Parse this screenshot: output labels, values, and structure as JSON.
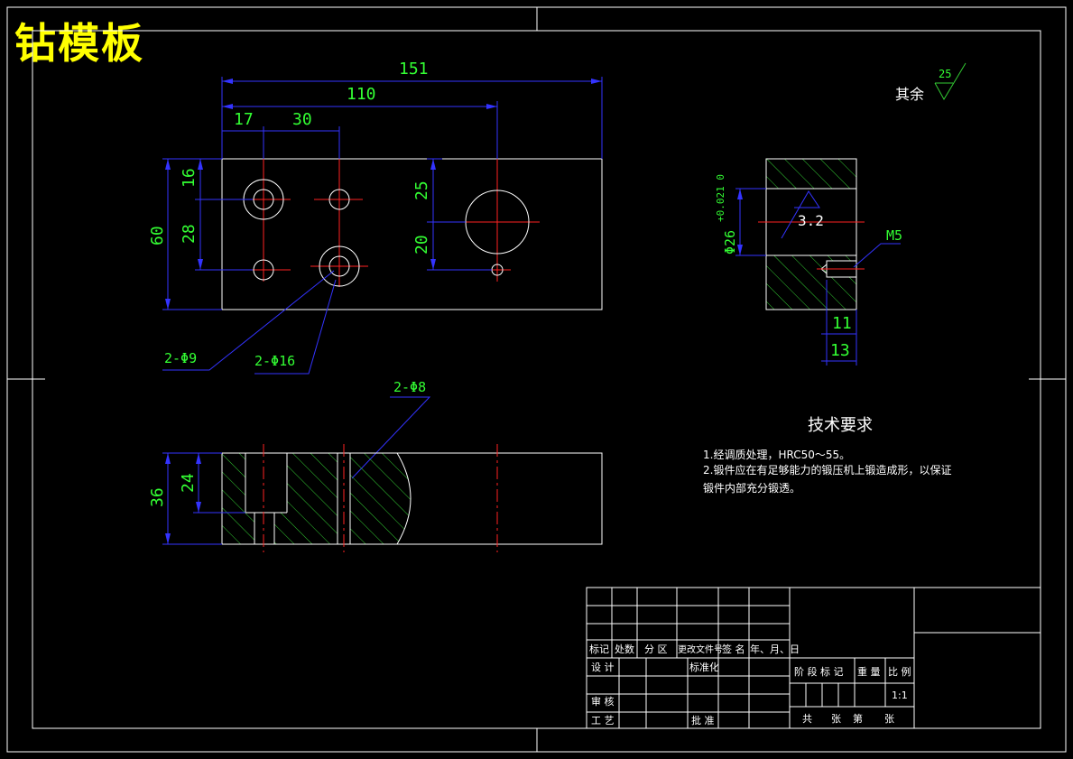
{
  "title": "钻模板",
  "dims": {
    "d151": "151",
    "d110": "110",
    "d17": "17",
    "d30": "30",
    "d16": "16",
    "d60": "60",
    "d28": "28",
    "d25": "25",
    "d20": "20",
    "d36": "36",
    "d24": "24",
    "d11": "11",
    "d13": "13",
    "phi26": "Φ26",
    "tol": "+0.021\n0"
  },
  "labels": {
    "hole9": "2-Φ9",
    "hole16": "2-Φ16",
    "hole8": "2-Φ8",
    "m5": "M5",
    "rough32": "3.2",
    "rough25": "25",
    "rest": "其余"
  },
  "requirements": {
    "heading": "技术要求",
    "line1": "1.经调质处理，HRC50～55。",
    "line2": "2.锻件应在有足够能力的锻压机上锻造成形，以保证",
    "line3": "锻件内部充分锻透。"
  },
  "titleblock": {
    "h1": "标记",
    "h2": "处数",
    "h3": "分 区",
    "h4": "更改文件号",
    "h5": "签 名",
    "h6": "年、月、日",
    "design": "设 计",
    "standard": "标准化",
    "review": "审 核",
    "process": "工 艺",
    "approve": "批 准",
    "stage": "阶 段 标 记",
    "weight": "重 量",
    "scale": "比 例",
    "scale_val": "1:1",
    "total": "共",
    "sheet": "张",
    "no": "第",
    "sheet2": "张"
  },
  "colors": {
    "outline": "#ffffff",
    "dim": "#3333ff",
    "text": "#33ff33",
    "center": "#ff2222",
    "hatch": "#33cc33",
    "title": "#ffff00"
  }
}
